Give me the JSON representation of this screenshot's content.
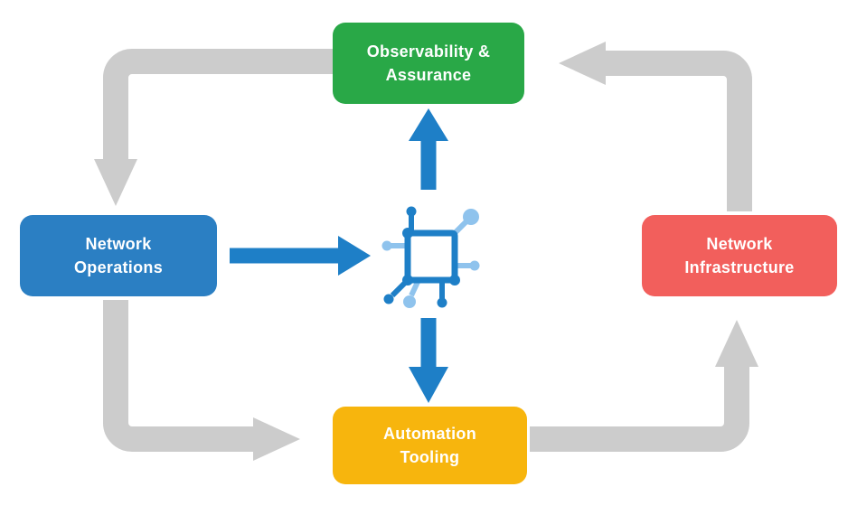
{
  "diagram": {
    "nodes": [
      {
        "id": "observability-assurance",
        "label": "Observability &\nAssurance",
        "color": "#29A847"
      },
      {
        "id": "network-operations",
        "label": "Network\nOperations",
        "color": "#2B7FC3"
      },
      {
        "id": "network-infrastructure",
        "label": "Network\nInfrastructure",
        "color": "#F25F5C"
      },
      {
        "id": "automation-tooling",
        "label": "Automation\nTooling",
        "color": "#F7B50D"
      }
    ],
    "colors": {
      "gray_arrow": "#CCCCCC",
      "blue_arrow": "#1E7FC7",
      "hub_dark": "#1E7FC7",
      "hub_light": "#8FC3ED"
    },
    "flows": {
      "outer_cycle": [
        "Observability & Assurance → Network Operations",
        "Network Operations → Automation Tooling",
        "Automation Tooling → Network Infrastructure",
        "Network Infrastructure → Observability & Assurance"
      ],
      "hub_links": [
        "Network Operations → Network Hub",
        "Network Hub → Observability & Assurance",
        "Network Hub → Automation Tooling"
      ]
    }
  }
}
